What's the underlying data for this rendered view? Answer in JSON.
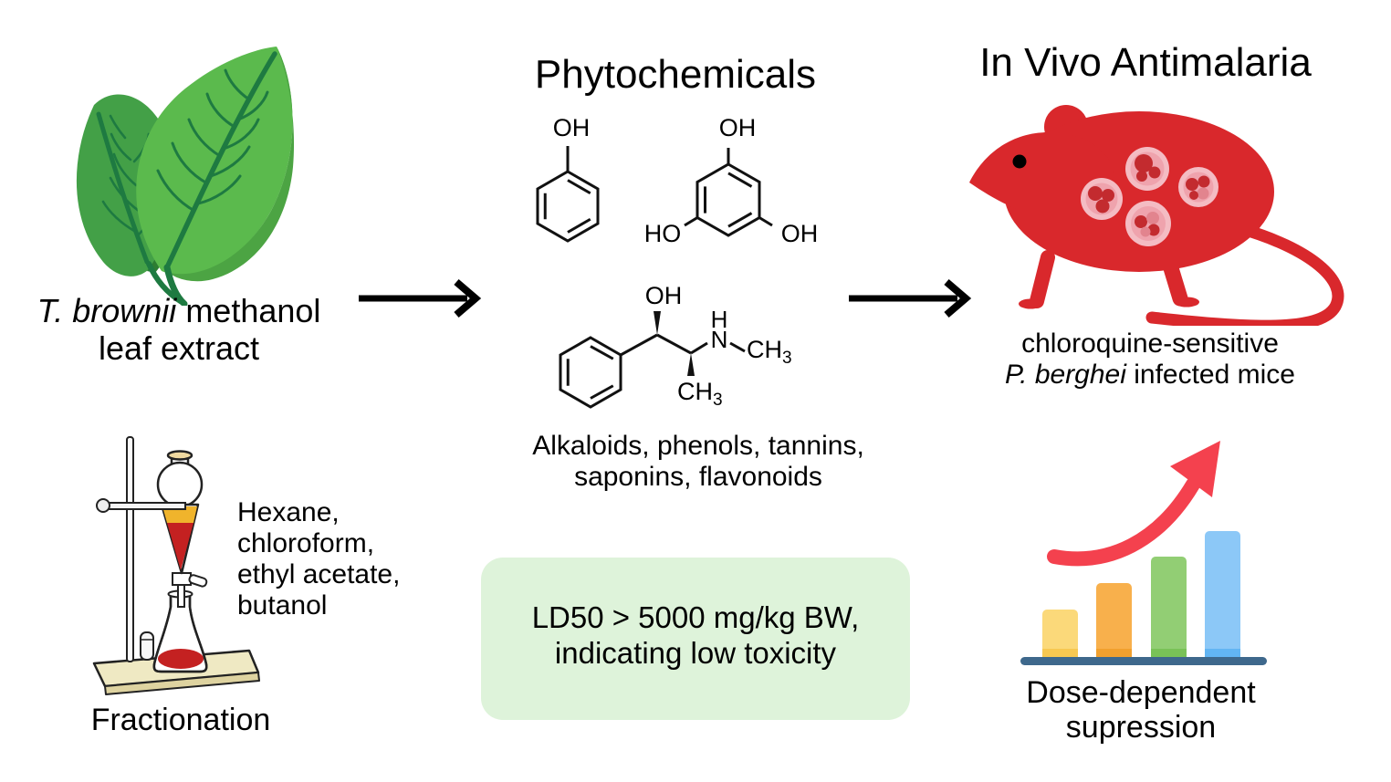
{
  "extract": {
    "species": "T. brownii",
    "title_rest": " methanol",
    "title_line2": "leaf extract"
  },
  "phytochemicals": {
    "title": "Phytochemicals",
    "classes_line1": "Alkaloids, phenols, tannins,",
    "classes_line2": "saponins, flavonoids",
    "labels": {
      "oh": "OH",
      "ho": "HO",
      "h": "H",
      "n": "N",
      "ch": "CH",
      "sub3": "3"
    }
  },
  "invivo": {
    "title": "In Vivo Antimalaria",
    "caption_line1": "chloroquine-sensitive",
    "caption_species": "P. berghei",
    "caption_rest": " infected mice"
  },
  "fractionation": {
    "solvents": [
      "Hexane,",
      "chloroform,",
      "ethyl acetate,",
      "butanol"
    ],
    "caption": "Fractionation"
  },
  "toxicity": {
    "line1": "LD50 > 5000 mg/kg BW,",
    "line2": "indicating low toxicity",
    "box_color": "#def3da"
  },
  "suppression": {
    "line1": "Dose-dependent",
    "line2": "supression",
    "bar_colors": [
      "#FBD97A",
      "#F8B04C",
      "#92CE74",
      "#8CC8F7"
    ],
    "bar_shadow_colors": [
      "#F7C851",
      "#F1A02E",
      "#79C257",
      "#62B5F3"
    ],
    "bar_heights_rel": [
      0.38,
      0.58,
      0.79,
      1.0
    ],
    "arrow_color": "#F4414E",
    "baseline_color": "#3E688C"
  },
  "icon_colors": {
    "leaf_front": "#5BBA4D",
    "leaf_back": "#43A047",
    "leaf_vein": "#1E7A41",
    "mouse_body": "#D9282C",
    "cell_outer": "#F4BCC3",
    "cell_inner": "#EFA3AD",
    "cell_blob": "#C32B2F",
    "funnel_liquid_red": "#C42121",
    "funnel_liquid_yellow": "#F0B42C",
    "board": "#EFE9C3"
  }
}
